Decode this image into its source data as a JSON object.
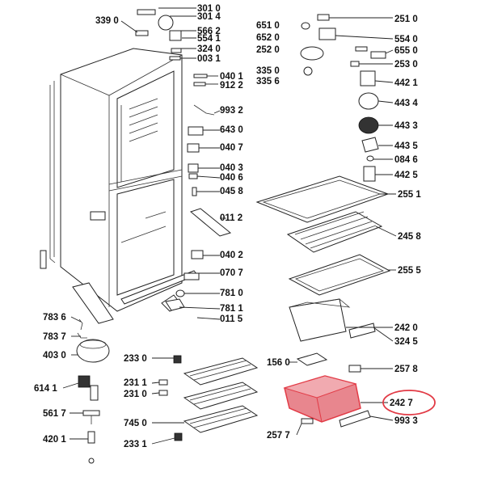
{
  "diagram": {
    "labels": [
      "339 0",
      "301 0",
      "301 4",
      "566 2",
      "554 1",
      "324 0",
      "003 1",
      "040 1",
      "912 2",
      "993 2",
      "643 0",
      "040 7",
      "040 3",
      "040 6",
      "045 8",
      "011 2",
      "040 2",
      "070 7",
      "781 0",
      "781 1",
      "011 5",
      "651 0",
      "652 0",
      "252 0",
      "251 0",
      "554 0",
      "655 0",
      "253 0",
      "335 0",
      "335 6",
      "442 1",
      "443 4",
      "443 3",
      "443 5",
      "084 6",
      "442 5",
      "255 1",
      "245 8",
      "255 5",
      "242 0",
      "324 5",
      "257 8",
      "156 0",
      "242 7",
      "993 3",
      "257 7",
      "783 6",
      "783 7",
      "403 0",
      "614 1",
      "561 7",
      "420 1",
      "233 0",
      "231 1",
      "231 0",
      "745 0",
      "233 1"
    ],
    "highlight": {
      "part": "242 7",
      "color": "#e23b46",
      "fill": "#e8868e"
    }
  }
}
